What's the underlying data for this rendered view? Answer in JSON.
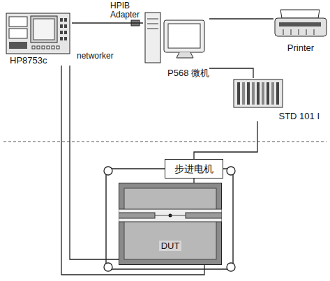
{
  "diagram": {
    "nodes": [
      {
        "text": [
          "HP8753c"
        ]
      },
      {
        "text": [
          "P568 微机"
        ]
      },
      {
        "text": [
          "Printer"
        ]
      },
      {
        "text": [
          "STD 101 I"
        ]
      },
      {
        "text": [
          "步进电机"
        ]
      },
      {
        "text": [
          "DUT"
        ]
      }
    ],
    "edges": [
      {
        "from": 0,
        "to": 1,
        "arrow": "none"
      },
      {
        "from": 1,
        "to": 2,
        "arrow": "none"
      },
      {
        "from": 1,
        "to": 3,
        "arrow": "none"
      },
      {
        "from": 3,
        "to": 4,
        "arrow": "none"
      },
      {
        "from": 0,
        "to": 5,
        "arrow": "none"
      },
      {
        "from": 0,
        "to": 5,
        "arrow": "none"
      },
      {
        "from": 4,
        "to": 5,
        "arrow": "none"
      }
    ],
    "labels": [
      "HPIB Adapter",
      "networker"
    ]
  }
}
